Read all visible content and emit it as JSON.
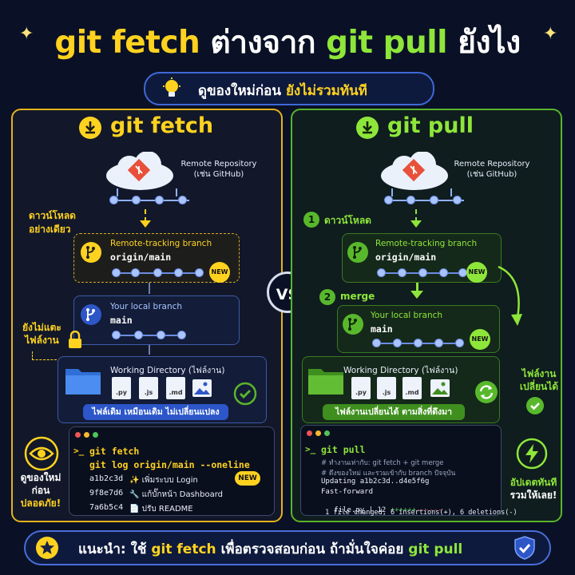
{
  "title": {
    "part1": "git fetch",
    "part2": "ต่างจาก",
    "part3": "git pull",
    "part4": "ยังไง"
  },
  "subtitle": {
    "normal": "ดูของใหม่ก่อน",
    "highlight": "ยังไม่รวมทันที",
    "icon": "lightbulb-icon"
  },
  "vs_label": "VS",
  "left": {
    "heading": "git fetch",
    "remote_label": "Remote Repository",
    "remote_sub": "(เช่น GitHub)",
    "side_note_1": "ดาวน์โหลด",
    "side_note_2": "อย่างเดียว",
    "tracking_label": "Remote-tracking branch",
    "tracking_name": "origin/main",
    "new_label": "NEW",
    "local_label": "Your local branch",
    "local_name": "main",
    "not_touch_1": "ยังไม่แตะ",
    "not_touch_2": "ไฟล์งาน",
    "wd_label": "Working Directory (ไฟล์งาน)",
    "files": [
      ".py",
      ".js",
      ".md"
    ],
    "wd_chip": "ไฟล์เดิม เหมือนเดิม ไม่เปลี่ยนแปลง",
    "safe_1": "ดูของใหม่",
    "safe_2": "ก่อน",
    "safe_3": "ปลอดภัย!",
    "term_cmd1": "git fetch",
    "term_cmd2": "git log origin/main --oneline",
    "commits": [
      {
        "hash": "a1b2c3d",
        "msg": "✨ เพิ่มระบบ Login"
      },
      {
        "hash": "9f8e7d6",
        "msg": "🔧 แก้บั๊กหน้า Dashboard"
      },
      {
        "hash": "7a6b5c4",
        "msg": "📄 ปรับ README"
      }
    ],
    "term_new": "NEW"
  },
  "right": {
    "heading": "git pull",
    "remote_label": "Remote Repository",
    "remote_sub": "(เช่น GitHub)",
    "step1_num": "1",
    "step1_label": "ดาวน์โหลด",
    "tracking_label": "Remote-tracking branch",
    "tracking_name": "origin/main",
    "new_label": "NEW",
    "step2_num": "2",
    "step2_label": "merge",
    "local_label": "Your local branch",
    "local_name": "main",
    "local_new": "NEW",
    "wd_label": "Working Directory (ไฟล์งาน)",
    "files": [
      ".py",
      ".js",
      ".md"
    ],
    "wd_chip": "ไฟล์งานเปลี่ยนได้ ตามสิ่งที่ดึงมา",
    "changed_1": "ไฟล์งาน",
    "changed_2": "เปลี่ยนได้",
    "update_1": "อัปเดตทันที",
    "update_2": "รวมให้เลย!",
    "term_cmd": "git pull",
    "term_c1": "# ทำงานเท่ากับ: git fetch + git merge",
    "term_c2": "# ดึงของใหม่ และรวมเข้ากับ branch ปัจจุบัน",
    "term_l1": "Updating a1b2c3d..d4e5f6g",
    "term_l2": "Fast-forward",
    "term_l3a": " file.py | 12 ",
    "term_l3b": "++++++",
    "term_l3c": "------",
    "term_l4": " 1 file changed, 6 insertions(+), 6 deletions(-)"
  },
  "bottom": {
    "lead": "แนะนำ: ใช้",
    "cmd1": "git fetch",
    "middle": "เพื่อตรวจสอบก่อน ถ้ามั่นใจค่อย",
    "cmd2": "git pull"
  },
  "colors": {
    "fetch": "#ffd21f",
    "pull": "#8ee63a",
    "bg": "#0a1126"
  }
}
